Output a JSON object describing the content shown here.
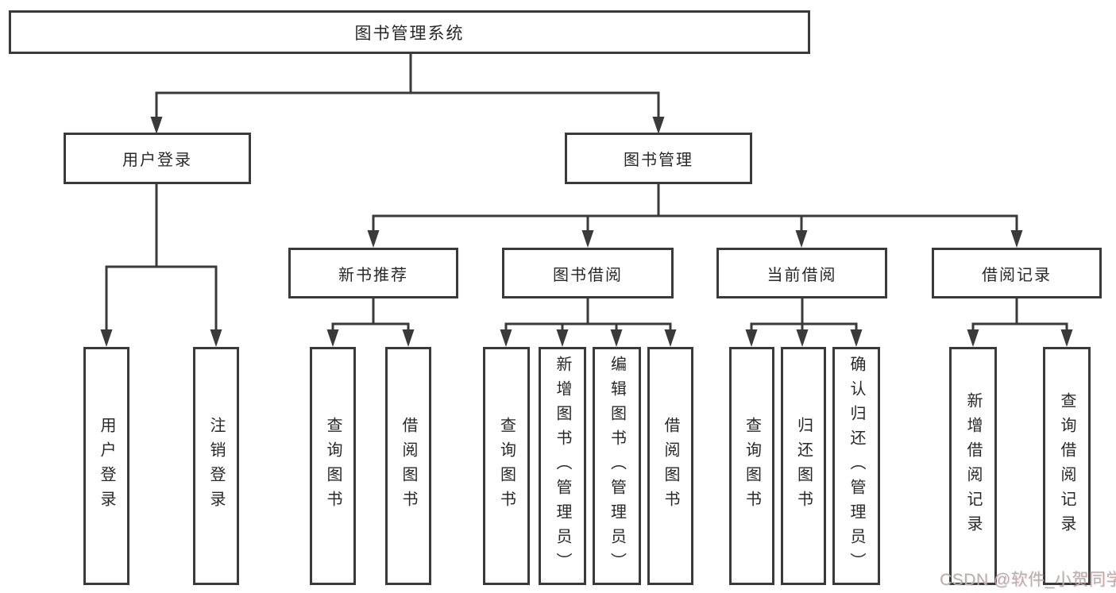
{
  "colors": {
    "background": "#ffffff",
    "line": "#3a3a3a",
    "box_border": "#3a3a3a",
    "text": "#282828",
    "watermark": "#b2b2b2"
  },
  "watermark": {
    "text": "CSDN @软件_小贺同学"
  },
  "nodes": {
    "root": {
      "label": "图书管理系统"
    },
    "login": {
      "label": "用户登录"
    },
    "mgmt": {
      "label": "图书管理"
    },
    "login_user": {
      "label": "用户登录"
    },
    "login_logout": {
      "label": "注销登录"
    },
    "rec": {
      "label": "新书推荐"
    },
    "borrow": {
      "label": "图书借阅"
    },
    "current": {
      "label": "当前借阅"
    },
    "records": {
      "label": "借阅记录"
    },
    "rec_query": {
      "label": "查询图书"
    },
    "rec_borrow": {
      "label": "借阅图书"
    },
    "borrow_query": {
      "label": "查询图书"
    },
    "borrow_add": {
      "label": "新增图书（管理员）"
    },
    "borrow_edit": {
      "label": "编辑图书（管理员）"
    },
    "borrow_lend": {
      "label": "借阅图书"
    },
    "cur_query": {
      "label": "查询图书"
    },
    "cur_return": {
      "label": "归还图书"
    },
    "cur_confirm": {
      "label": "确认归还（管理员）"
    },
    "records_add": {
      "label": "新增借阅记录"
    },
    "records_query": {
      "label": "查询借阅记录"
    }
  },
  "hierarchy": {
    "图书管理系统": {
      "用户登录": [
        "用户登录",
        "注销登录"
      ],
      "图书管理": {
        "新书推荐": [
          "查询图书",
          "借阅图书"
        ],
        "图书借阅": [
          "查询图书",
          "新增图书（管理员）",
          "编辑图书（管理员）",
          "借阅图书"
        ],
        "当前借阅": [
          "查询图书",
          "归还图书",
          "确认归还（管理员）"
        ],
        "借阅记录": [
          "新增借阅记录",
          "查询借阅记录"
        ]
      }
    }
  }
}
